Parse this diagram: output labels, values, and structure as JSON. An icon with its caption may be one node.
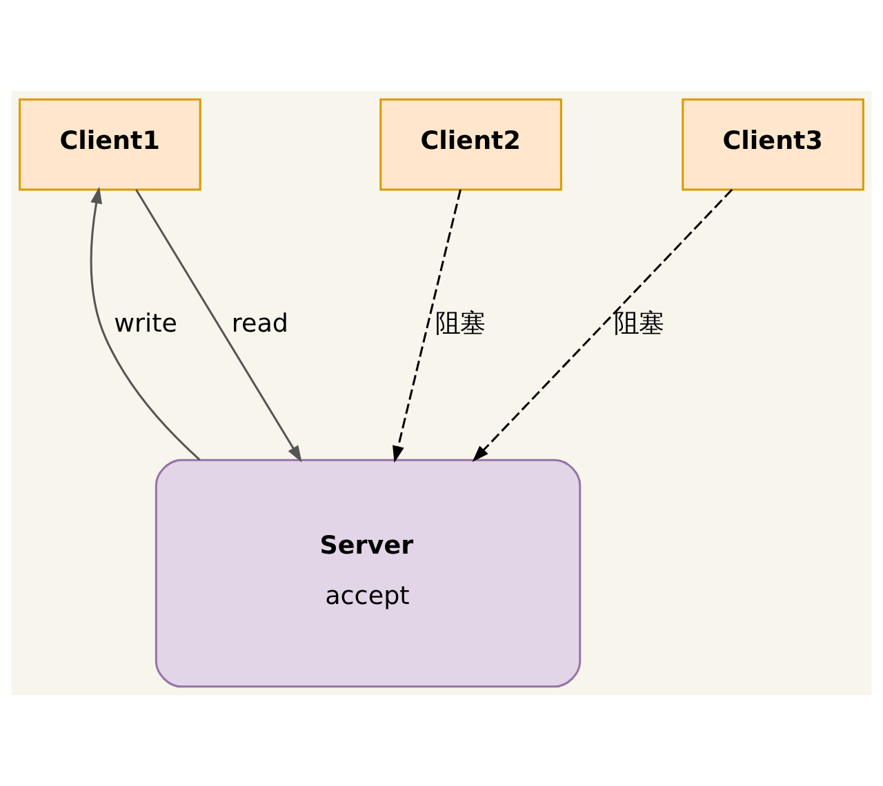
{
  "diagram": {
    "nodes": [
      {
        "text": [
          "Server",
          "accept"
        ]
      },
      {
        "text": [
          "Client1"
        ]
      },
      {
        "text": [
          "Client2"
        ]
      },
      {
        "text": [
          "Client3"
        ]
      }
    ],
    "edges": [
      {
        "from": 1,
        "to": 0,
        "arrow": "to",
        "label": "read"
      },
      {
        "from": 0,
        "to": 1,
        "arrow": "to",
        "label": "write"
      },
      {
        "from": 2,
        "to": 0,
        "arrow": "to",
        "label": "阻塞",
        "style": "dashed"
      },
      {
        "from": 3,
        "to": 0,
        "arrow": "to",
        "label": "阻塞",
        "style": "dashed"
      }
    ]
  }
}
